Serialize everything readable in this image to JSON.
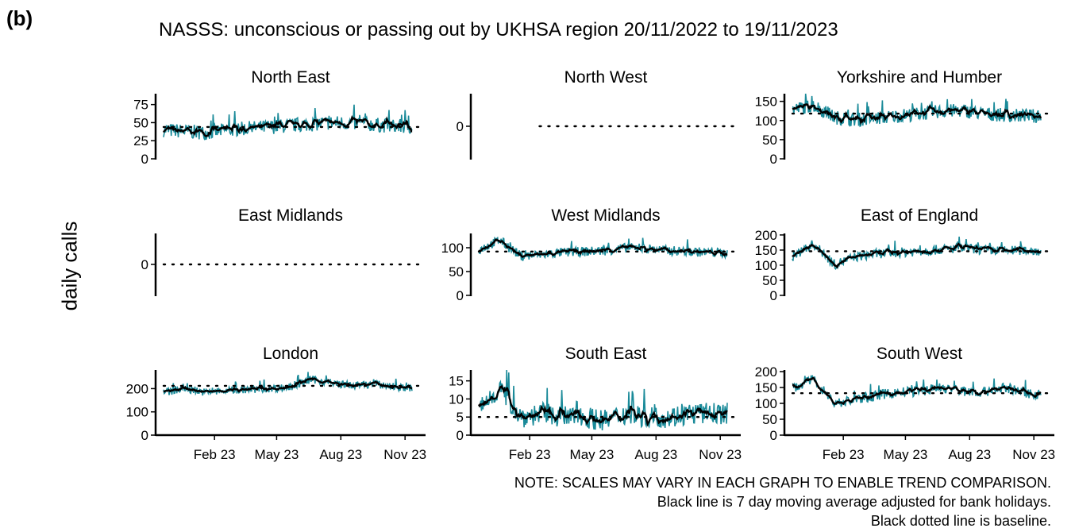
{
  "figure": {
    "panel_label": "(b)",
    "title": "NASSS: unconscious or passing out by UKHSA region 20/11/2022 to 19/11/2023",
    "ylabel": "daily calls",
    "notes": [
      "NOTE: SCALES MAY VARY IN EACH GRAPH TO ENABLE TREND COMPARISON.",
      "Black line is 7 day moving average adjusted for bank holidays.",
      "Black dotted line is baseline."
    ],
    "colors": {
      "daily": "#1a8a99",
      "average": "#000000",
      "baseline": "#000000"
    }
  },
  "chart_data": [
    {
      "type": "line",
      "title": "North East",
      "xlim": [
        "2022-11-20",
        "2023-11-19"
      ],
      "ylim": [
        0,
        90
      ],
      "yticks": [
        0,
        25,
        50,
        75
      ],
      "xticks": [],
      "mean": [
        40,
        38,
        36,
        40,
        42,
        44,
        46,
        48,
        50,
        49,
        47,
        45,
        44
      ],
      "noise": 10,
      "baseline": 44
    },
    {
      "type": "line",
      "title": "North West",
      "xlim": [
        "2022-11-20",
        "2023-11-19"
      ],
      "ylim": [
        -1,
        1
      ],
      "yticks": [
        0
      ],
      "xticks": [],
      "mean": [],
      "noise": 0,
      "baseline": 0,
      "baseline_start": "2023-02-15"
    },
    {
      "type": "line",
      "title": "Yorkshire and Humber",
      "xlim": [
        "2022-11-20",
        "2023-11-19"
      ],
      "ylim": [
        0,
        170
      ],
      "yticks": [
        0,
        50,
        100,
        150
      ],
      "xticks": [],
      "mean": [
        128,
        140,
        108,
        102,
        106,
        112,
        118,
        124,
        126,
        118,
        114,
        112,
        108
      ],
      "noise": 18,
      "baseline": 118
    },
    {
      "type": "line",
      "title": "East Midlands",
      "xlim": [
        "2022-11-20",
        "2023-11-19"
      ],
      "ylim": [
        -1,
        1
      ],
      "yticks": [
        0
      ],
      "xticks": [],
      "mean": [],
      "noise": 0,
      "baseline": 0
    },
    {
      "type": "line",
      "title": "West Midlands",
      "xlim": [
        "2022-11-20",
        "2023-11-19"
      ],
      "ylim": [
        0,
        130
      ],
      "yticks": [
        0,
        50,
        100
      ],
      "xticks": [],
      "mean": [
        96,
        116,
        82,
        86,
        90,
        92,
        94,
        100,
        98,
        94,
        92,
        90,
        88
      ],
      "noise": 10,
      "baseline": 92
    },
    {
      "type": "line",
      "title": "East of England",
      "xlim": [
        "2022-11-20",
        "2023-11-19"
      ],
      "ylim": [
        0,
        205
      ],
      "yticks": [
        0,
        50,
        100,
        150,
        200
      ],
      "xticks": [],
      "mean": [
        128,
        170,
        102,
        128,
        138,
        142,
        146,
        152,
        156,
        150,
        148,
        150,
        146
      ],
      "noise": 16,
      "baseline": 146
    },
    {
      "type": "line",
      "title": "London",
      "xlim": [
        "2022-11-20",
        "2023-11-19"
      ],
      "ylim": [
        0,
        280
      ],
      "yticks": [
        0,
        100,
        200
      ],
      "xticks": [
        "Feb 23",
        "May 23",
        "Aug 23",
        "Nov 23"
      ],
      "mean": [
        182,
        200,
        184,
        190,
        196,
        200,
        206,
        240,
        222,
        214,
        220,
        206,
        198
      ],
      "noise": 16,
      "baseline": 212
    },
    {
      "type": "line",
      "title": "South East",
      "xlim": [
        "2022-11-20",
        "2023-11-19"
      ],
      "ylim": [
        0,
        18
      ],
      "yticks": [
        0,
        5,
        10,
        15
      ],
      "xticks": [
        "Feb 23",
        "May 23",
        "Aug 23",
        "Nov 23"
      ],
      "mean": [
        7,
        13,
        5,
        6,
        5,
        5,
        4,
        6,
        5,
        5,
        6,
        6,
        6
      ],
      "noise": 3,
      "baseline": 5
    },
    {
      "type": "line",
      "title": "South West",
      "xlim": [
        "2022-11-20",
        "2023-11-19"
      ],
      "ylim": [
        0,
        205
      ],
      "yticks": [
        0,
        50,
        100,
        150,
        200
      ],
      "xticks": [
        "Feb 23",
        "May 23",
        "Aug 23",
        "Nov 23"
      ],
      "mean": [
        148,
        176,
        100,
        112,
        126,
        134,
        138,
        150,
        140,
        134,
        150,
        134,
        124
      ],
      "noise": 16,
      "baseline": 132
    }
  ]
}
